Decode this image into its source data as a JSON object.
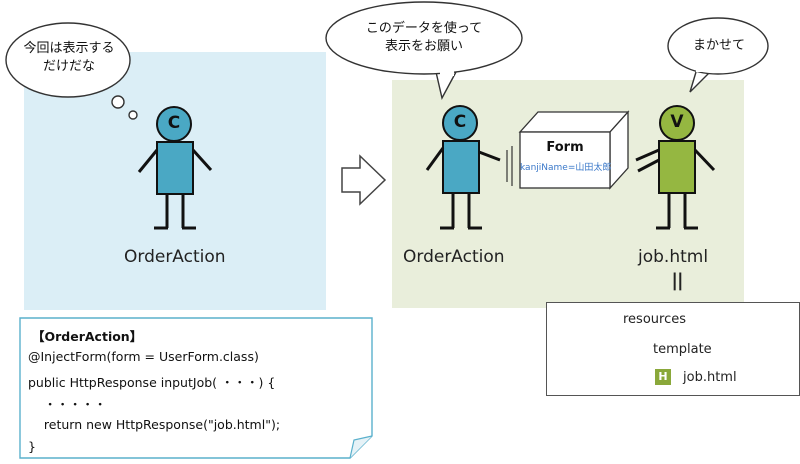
{
  "left_scene": {
    "thought_bubble": [
      "今回は表示する",
      "だけだな"
    ],
    "controller_letter": "C",
    "label": "OrderAction"
  },
  "right_scene": {
    "speech_controller": [
      "このデータを使って",
      "表示をお願い"
    ],
    "speech_view": "まかせて",
    "controller_letter": "C",
    "view_letter": "V",
    "controller_label": "OrderAction",
    "view_label": "job.html",
    "form_box": {
      "title": "Form",
      "value": "kanjiName=山田太郎"
    },
    "equals_sign": "||"
  },
  "code": {
    "title": "【OrderAction】",
    "lines": [
      "@InjectForm(form = UserForm.class)",
      "public HttpResponse inputJob( ・・・) {",
      "    ・・・・・",
      "    return new HttpResponse(\"job.html\");",
      "}"
    ]
  },
  "tree": {
    "items": [
      {
        "label": "resources"
      },
      {
        "label": "template"
      },
      {
        "label": "job.html",
        "badge": "H"
      }
    ]
  },
  "colors": {
    "controller": "#4aa8c4",
    "view": "#95b741",
    "left_panel": "#dbeef6",
    "right_panel": "#e9eedb",
    "form_value": "#3a78c9"
  }
}
